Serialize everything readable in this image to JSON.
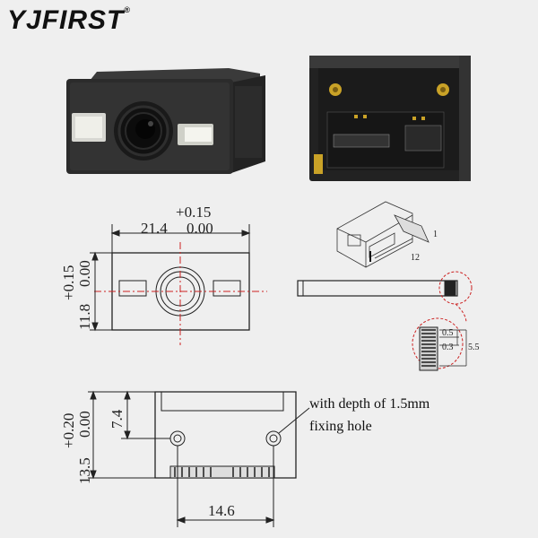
{
  "brand": {
    "logo_text": "YJFIRST",
    "logo_mark": "®"
  },
  "front_view": {
    "width_tol": "+0.15",
    "width_nominal": "21.4",
    "width_tol_lower": "0.00",
    "height_tol": "+0.15",
    "height_tol_lower": "0.00",
    "height_nominal": "11.8"
  },
  "connector_detail": {
    "pin_1": "1",
    "pin_12": "12",
    "pitch_a": "0.5",
    "pitch_b": "0.3",
    "width": "5.5"
  },
  "bottom_view": {
    "hole_offset": "7.4",
    "height_tol": "+0.20",
    "height_tol_lower": "0.00",
    "height_nominal": "13.5",
    "hole_spacing": "14.6",
    "note_depth": "with depth of 1.5mm",
    "note_hole": "fixing hole"
  },
  "colors": {
    "line": "#222222",
    "centerline": "#cc2222",
    "module_body": "#2b2b2b",
    "pcb": "#1e1e1e",
    "gold": "#c9a227"
  }
}
